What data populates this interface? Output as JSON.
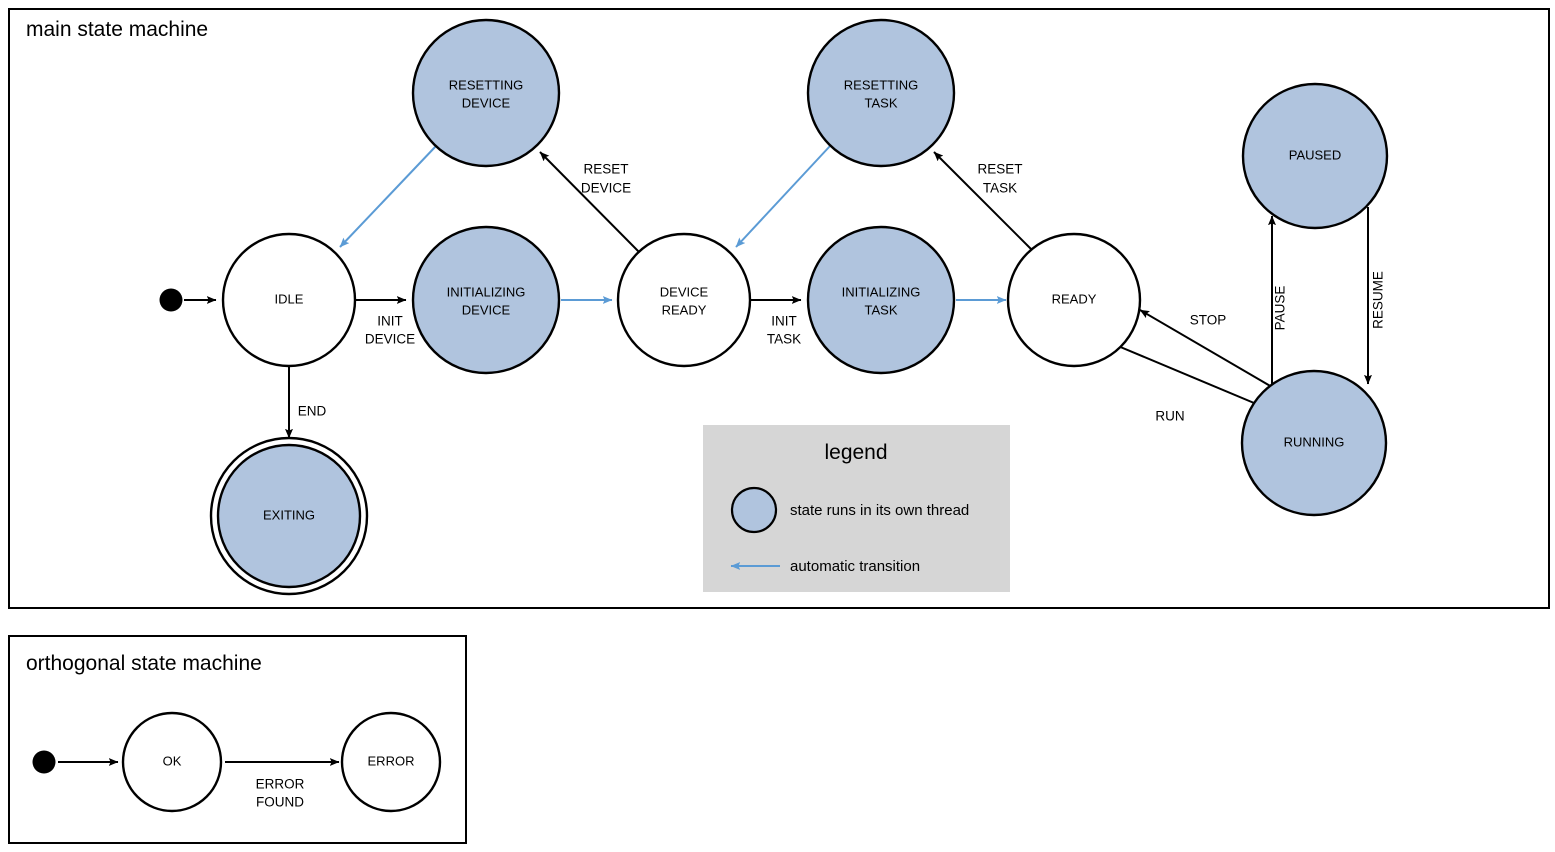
{
  "diagram": {
    "type": "state-machine",
    "colors": {
      "threaded_state_fill": "#b0c4de",
      "plain_state_fill": "#ffffff",
      "stroke": "#000000",
      "automatic_transition": "#5b9bd5",
      "legend_background": "#d6d6d6"
    }
  },
  "main_machine": {
    "title": "main state machine",
    "states": [
      {
        "id": "idle",
        "label_line1": "IDLE",
        "label_line2": "",
        "threaded": false,
        "final": false
      },
      {
        "id": "initializing-device",
        "label_line1": "INITIALIZING",
        "label_line2": "DEVICE",
        "threaded": true,
        "final": false
      },
      {
        "id": "resetting-device",
        "label_line1": "RESETTING",
        "label_line2": "DEVICE",
        "threaded": true,
        "final": false
      },
      {
        "id": "device-ready",
        "label_line1": "DEVICE",
        "label_line2": "READY",
        "threaded": false,
        "final": false
      },
      {
        "id": "initializing-task",
        "label_line1": "INITIALIZING",
        "label_line2": "TASK",
        "threaded": true,
        "final": false
      },
      {
        "id": "resetting-task",
        "label_line1": "RESETTING",
        "label_line2": "TASK",
        "threaded": true,
        "final": false
      },
      {
        "id": "ready",
        "label_line1": "READY",
        "label_line2": "",
        "threaded": false,
        "final": false
      },
      {
        "id": "paused",
        "label_line1": "PAUSED",
        "label_line2": "",
        "threaded": true,
        "final": false
      },
      {
        "id": "running",
        "label_line1": "RUNNING",
        "label_line2": "",
        "threaded": true,
        "final": false
      },
      {
        "id": "exiting",
        "label_line1": "EXITING",
        "label_line2": "",
        "threaded": true,
        "final": true
      }
    ],
    "transitions": [
      {
        "id": "start-idle",
        "from": "initial",
        "to": "idle",
        "label_line1": "",
        "label_line2": "",
        "automatic": false
      },
      {
        "id": "idle-init-device",
        "from": "idle",
        "to": "initializing-device",
        "label_line1": "INIT",
        "label_line2": "DEVICE",
        "automatic": false
      },
      {
        "id": "idle-end",
        "from": "idle",
        "to": "exiting",
        "label_line1": "END",
        "label_line2": "",
        "automatic": false
      },
      {
        "id": "initdev-deviceready",
        "from": "initializing-device",
        "to": "device-ready",
        "label_line1": "",
        "label_line2": "",
        "automatic": true
      },
      {
        "id": "deviceready-reset-device",
        "from": "device-ready",
        "to": "resetting-device",
        "label_line1": "RESET",
        "label_line2": "DEVICE",
        "automatic": false
      },
      {
        "id": "resetdev-idle",
        "from": "resetting-device",
        "to": "idle",
        "label_line1": "",
        "label_line2": "",
        "automatic": true
      },
      {
        "id": "deviceready-init-task",
        "from": "device-ready",
        "to": "initializing-task",
        "label_line1": "INIT",
        "label_line2": "TASK",
        "automatic": false
      },
      {
        "id": "inittask-ready",
        "from": "initializing-task",
        "to": "ready",
        "label_line1": "",
        "label_line2": "",
        "automatic": true
      },
      {
        "id": "ready-reset-task",
        "from": "ready",
        "to": "resetting-task",
        "label_line1": "RESET",
        "label_line2": "TASK",
        "automatic": false
      },
      {
        "id": "resettask-deviceready",
        "from": "resetting-task",
        "to": "device-ready",
        "label_line1": "",
        "label_line2": "",
        "automatic": true
      },
      {
        "id": "ready-run",
        "from": "ready",
        "to": "running",
        "label_line1": "RUN",
        "label_line2": "",
        "automatic": false
      },
      {
        "id": "running-stop",
        "from": "running",
        "to": "ready",
        "label_line1": "STOP",
        "label_line2": "",
        "automatic": false
      },
      {
        "id": "running-pause",
        "from": "running",
        "to": "paused",
        "label_line1": "PAUSE",
        "label_line2": "",
        "automatic": false
      },
      {
        "id": "paused-resume",
        "from": "paused",
        "to": "running",
        "label_line1": "RESUME",
        "label_line2": "",
        "automatic": false
      }
    ]
  },
  "orthogonal_machine": {
    "title": "orthogonal state machine",
    "states": [
      {
        "id": "ok",
        "label_line1": "OK",
        "threaded": false
      },
      {
        "id": "error",
        "label_line1": "ERROR",
        "threaded": false
      }
    ],
    "transitions": [
      {
        "id": "start-ok",
        "from": "initial",
        "to": "ok",
        "label_line1": "",
        "label_line2": ""
      },
      {
        "id": "ok-to-error",
        "from": "ok",
        "to": "error",
        "label_line1": "ERROR",
        "label_line2": "FOUND"
      }
    ]
  },
  "legend": {
    "title": "legend",
    "items": [
      {
        "id": "thread-swatch",
        "kind": "circle",
        "text": "state runs in its own thread"
      },
      {
        "id": "automatic-arrow",
        "kind": "arrow",
        "text": "automatic transition"
      }
    ]
  }
}
